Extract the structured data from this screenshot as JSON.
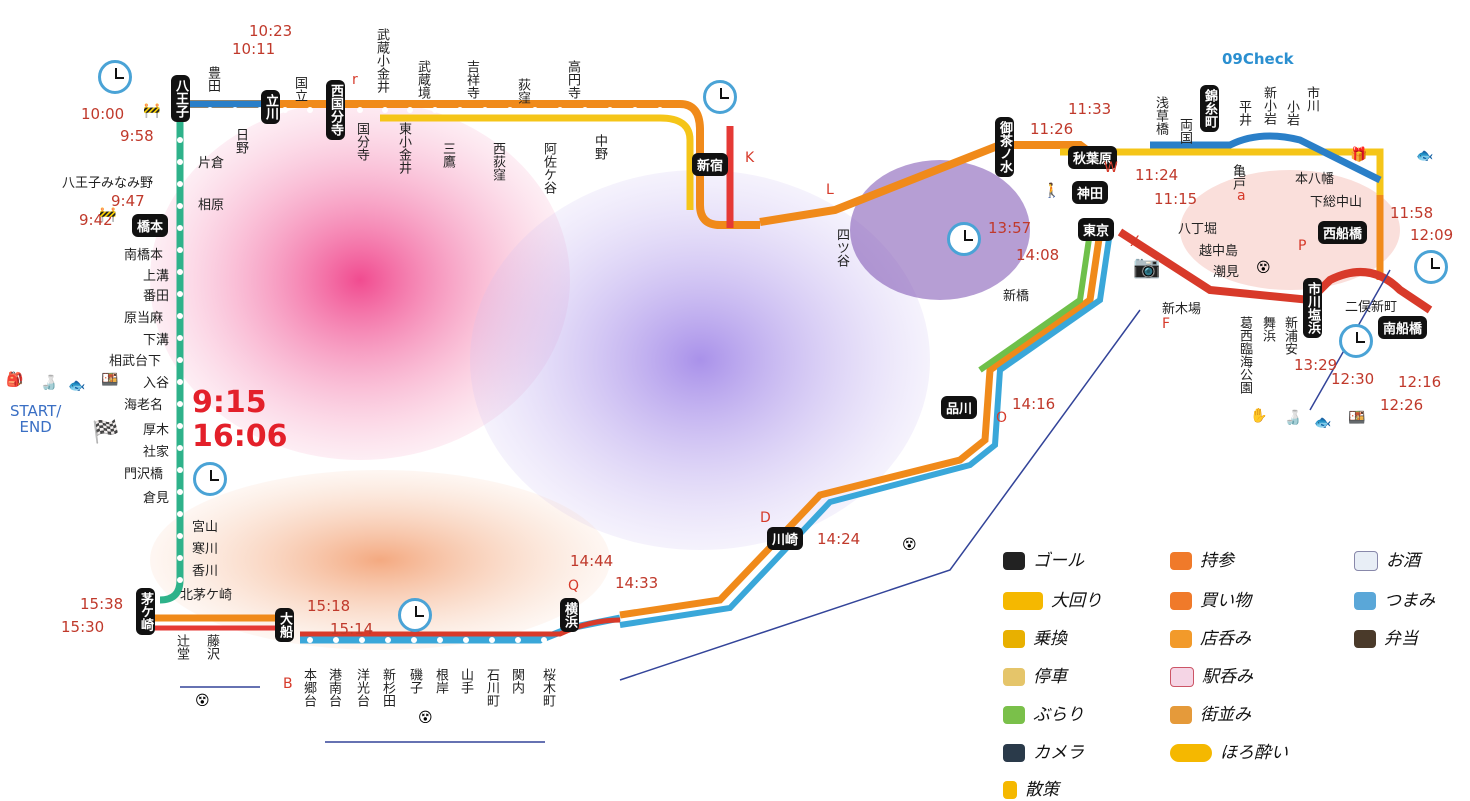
{
  "header": {
    "check_label": "09Check"
  },
  "start": {
    "label": "START/\nEND",
    "times": [
      "9:15",
      "16:06"
    ]
  },
  "times": [
    "10:23",
    "10:11",
    "10:00",
    "9:58",
    "9:47",
    "9:42",
    "11:33",
    "11:26",
    "11:24",
    "11:15",
    "13:57",
    "14:08",
    "11:58",
    "12:09",
    "13:29",
    "12:30",
    "12:16",
    "12:26",
    "14:16",
    "14:24",
    "14:44",
    "14:33",
    "15:38",
    "15:30",
    "15:18",
    "15:14"
  ],
  "big_stations": {
    "hachioji": "八王子",
    "tachikawa": "立川",
    "nishikokubunji": "西国分寺",
    "shinjuku": "新宿",
    "ochanomizu": "御茶ノ水",
    "akihabara": "秋葉原",
    "kanda": "神田",
    "tokyo": "東京",
    "kinshicho": "錦糸町",
    "nishifunabashi": "西船橋",
    "ichikawashiohama": "市川塩浜",
    "minamifunabashi": "南船橋",
    "shinagawa": "品川",
    "kawasaki": "川崎",
    "yokohama": "横浜",
    "ofuna": "大船",
    "chigasaki": "茅ケ崎",
    "hashimoto": "橋本"
  },
  "stations_top": [
    "豊田",
    "日野",
    "国立",
    "国分寺",
    "武蔵小金井",
    "東小金井",
    "武蔵境",
    "三鷹",
    "吉祥寺",
    "西荻窪",
    "荻窪",
    "阿佐ケ谷",
    "高円寺",
    "中野",
    "四ツ谷"
  ],
  "stations_east": [
    "浅草橋",
    "両国",
    "平井",
    "新小岩",
    "小岩",
    "市川",
    "亀戸",
    "本八幡",
    "下総中山",
    "八丁堀",
    "越中島",
    "潮見",
    "新木場",
    "葛西臨海公園",
    "舞浜",
    "新浦安",
    "二俣新町",
    "新橋"
  ],
  "stations_west": [
    "片倉",
    "相原",
    "八王子みなみ野",
    "南橋本",
    "上溝",
    "番田",
    "原当麻",
    "下溝",
    "相武台下",
    "入谷",
    "海老名",
    "厚木",
    "社家",
    "門沢橋",
    "倉見",
    "宮山",
    "寒川",
    "香川",
    "北茅ケ崎"
  ],
  "stations_south": [
    "辻堂",
    "藤沢",
    "本郷台",
    "港南台",
    "洋光台",
    "新杉田",
    "磯子",
    "根岸",
    "山手",
    "石川町",
    "関内",
    "桜木町"
  ],
  "letters": [
    "r",
    "K",
    "L",
    "W",
    "a",
    "X",
    "P",
    "F",
    "O",
    "D",
    "Q",
    "B"
  ],
  "legend": [
    {
      "label": "ゴール",
      "icon": "checkered-flag-icon"
    },
    {
      "label": "持参",
      "icon": "backpack-icon"
    },
    {
      "label": "お酒",
      "icon": "sake-bottle-icon"
    },
    {
      "label": "大回り",
      "icon": "train-ticket-icon"
    },
    {
      "label": "買い物",
      "icon": "gift-icon"
    },
    {
      "label": "つまみ",
      "icon": "fish-icon"
    },
    {
      "label": "乗換",
      "icon": "transfer-icon"
    },
    {
      "label": "店呑み",
      "icon": "house-icon"
    },
    {
      "label": "弁当",
      "icon": "bento-icon"
    },
    {
      "label": "停車",
      "icon": "stop-sign-icon"
    },
    {
      "label": "駅呑み",
      "icon": "hand-icon"
    },
    {
      "label": "ぶらり",
      "icon": "leaf-icon"
    },
    {
      "label": "街並み",
      "icon": "townscape-icon"
    },
    {
      "label": "カメラ",
      "icon": "camera-icon"
    },
    {
      "label": "ほろ酔い",
      "icon": "tipsy-face-icon"
    },
    {
      "label": "散策",
      "icon": "walker-icon"
    }
  ]
}
